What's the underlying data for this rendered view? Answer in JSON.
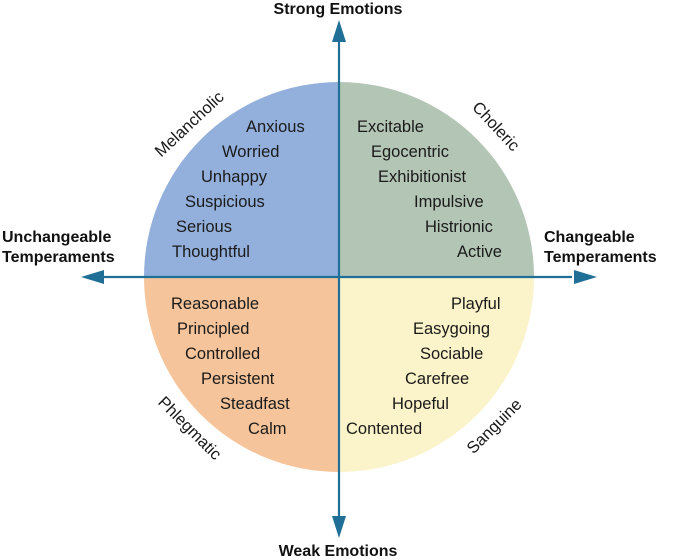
{
  "axes": {
    "top": "Strong Emotions",
    "bottom": "Weak Emotions",
    "left": [
      "Unchangeable",
      "Temperaments"
    ],
    "right": [
      "Changeable",
      "Temperaments"
    ],
    "color": "#1f6f97"
  },
  "quadrants": {
    "melancholic": {
      "name": "Melancholic",
      "color": "#93b0dc",
      "traits": [
        "Anxious",
        "Worried",
        "Unhappy",
        "Suspicious",
        "Serious",
        "Thoughtful"
      ]
    },
    "choleric": {
      "name": "Choleric",
      "color": "#b3c5b4",
      "traits": [
        "Excitable",
        "Egocentric",
        "Exhibitionist",
        "Impulsive",
        "Histrionic",
        "Active"
      ]
    },
    "phlegmatic": {
      "name": "Phlegmatic",
      "color": "#f6c49a",
      "traits": [
        "Reasonable",
        "Principled",
        "Controlled",
        "Persistent",
        "Steadfast",
        "Calm"
      ]
    },
    "sanguine": {
      "name": "Sanguine",
      "color": "#fbf3c9",
      "traits": [
        "Playful",
        "Easygoing",
        "Sociable",
        "Carefree",
        "Hopeful",
        "Contented"
      ]
    }
  }
}
